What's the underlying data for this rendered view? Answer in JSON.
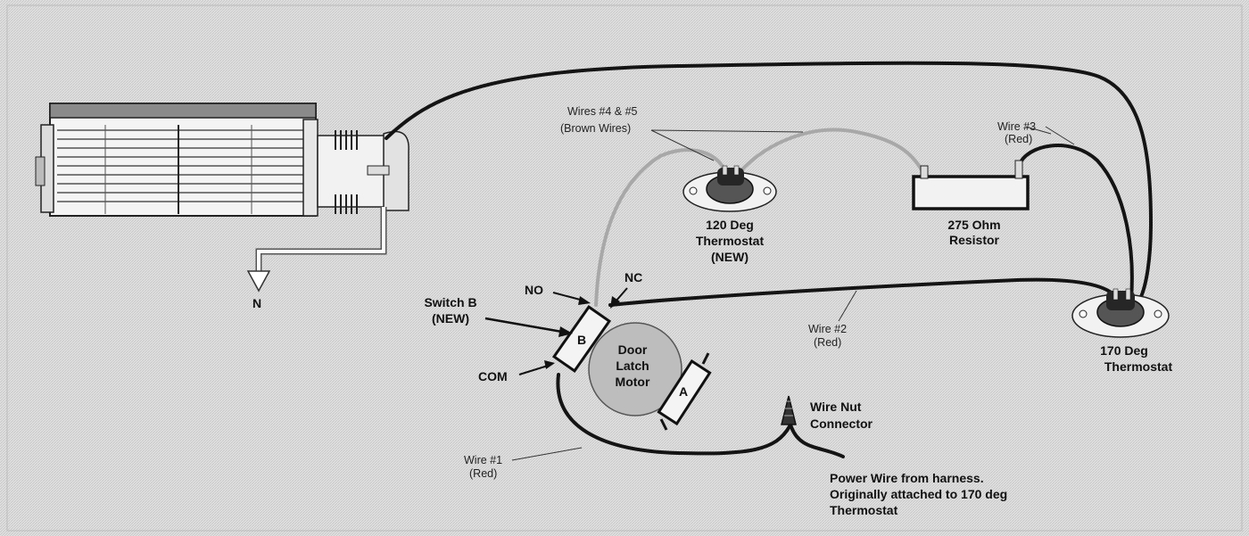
{
  "labels": {
    "neutral": "N",
    "wires45_line1": "Wires #4 & #5",
    "wires45_line2": "(Brown Wires)",
    "wire3_line1": "Wire #3",
    "wire3_line2": "(Red)",
    "therm120_line1": "120 Deg",
    "therm120_line2": "Thermostat",
    "therm120_line3": "(NEW)",
    "resistor_line1": "275 Ohm",
    "resistor_line2": "Resistor",
    "no": "NO",
    "nc": "NC",
    "switchb_line1": "Switch B",
    "switchb_line2": "(NEW)",
    "switch_b_letter": "B",
    "com": "COM",
    "door_line1": "Door",
    "door_line2": "Latch",
    "door_line3": "Motor",
    "switch_a_letter": "A",
    "wire2_line1": "Wire #2",
    "wire2_line2": "(Red)",
    "therm170_line1": "170 Deg",
    "therm170_line2": "Thermostat",
    "wirenut_line1": "Wire Nut",
    "wirenut_line2": "Connector",
    "wire1_line1": "Wire #1",
    "wire1_line2": "(Red)",
    "power_line1": "Power Wire from harness.",
    "power_line2": "Originally attached to 170 deg",
    "power_line3": "Thermostat"
  },
  "colors": {
    "background_texture": "#d9d9d9",
    "wire_black": "#141414",
    "wire_gray": "#a8a8a8",
    "motor_fill": "#bdbdbd"
  }
}
